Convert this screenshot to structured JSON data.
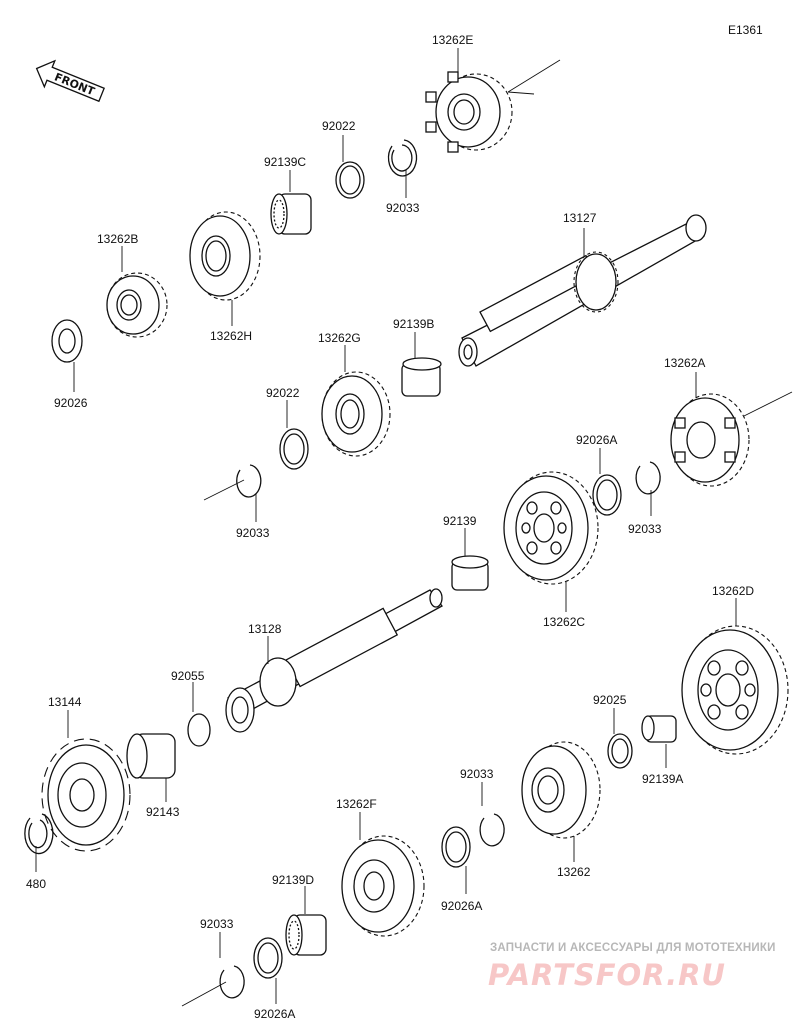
{
  "diagram_code": "E1361",
  "front_label": "FRONT",
  "labels": {
    "p13262E": "13262E",
    "p92022_top": "92022",
    "p92139C": "92139C",
    "p92033_top": "92033",
    "p13262B": "13262B",
    "p13262H": "13262H",
    "p92026": "92026",
    "p13127": "13127",
    "p92139B": "92139B",
    "p13262G": "13262G",
    "p92022_mid": "92022",
    "p92033_mid": "92033",
    "p13262A": "13262A",
    "p92026A_right": "92026A",
    "p92033_right": "92033",
    "p92139": "92139",
    "p13262C": "13262C",
    "p13128": "13128",
    "p92055": "92055",
    "p13144": "13144",
    "p92143": "92143",
    "p480": "480",
    "p13262D": "13262D",
    "p92025": "92025",
    "p92139A": "92139A",
    "p92033_low": "92033",
    "p13262": "13262",
    "p92026A_low": "92026A",
    "p13262F": "13262F",
    "p92139D": "92139D",
    "p92033_bottom": "92033",
    "p92026A_bottom": "92026A"
  },
  "watermark": {
    "caption": "ЗАПЧАСТИ И АКСЕССУАРЫ ДЛЯ МОТОТЕХНИКИ",
    "brand": "PARTSFOR.RU"
  }
}
